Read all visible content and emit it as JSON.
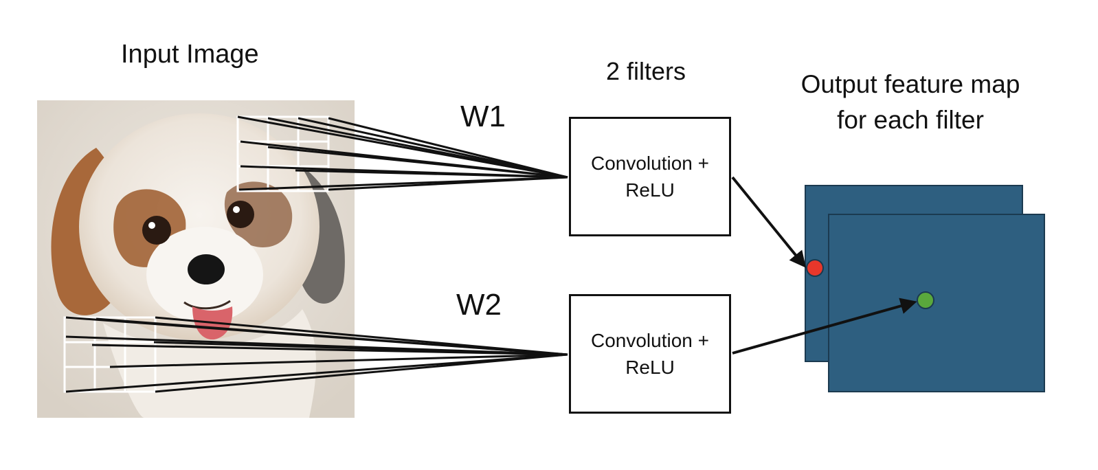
{
  "labels": {
    "input_image": "Input Image",
    "filters": "2 filters",
    "output_line1": "Output feature map",
    "output_line2": "for each filter",
    "w1": "W1",
    "w2": "W2"
  },
  "boxes": {
    "conv1": {
      "line1": "Convolution +",
      "line2": "ReLU"
    },
    "conv2": {
      "line1": "Convolution +",
      "line2": "ReLU"
    }
  },
  "colors": {
    "feature_map": "#2e5f80",
    "feature_map_border": "#1b3a50",
    "red_dot": "#e8372b",
    "green_dot": "#5aa83c",
    "stroke": "#111111",
    "photo_bg": "#e6e0d8"
  },
  "image": {
    "subject": "dog photo"
  }
}
